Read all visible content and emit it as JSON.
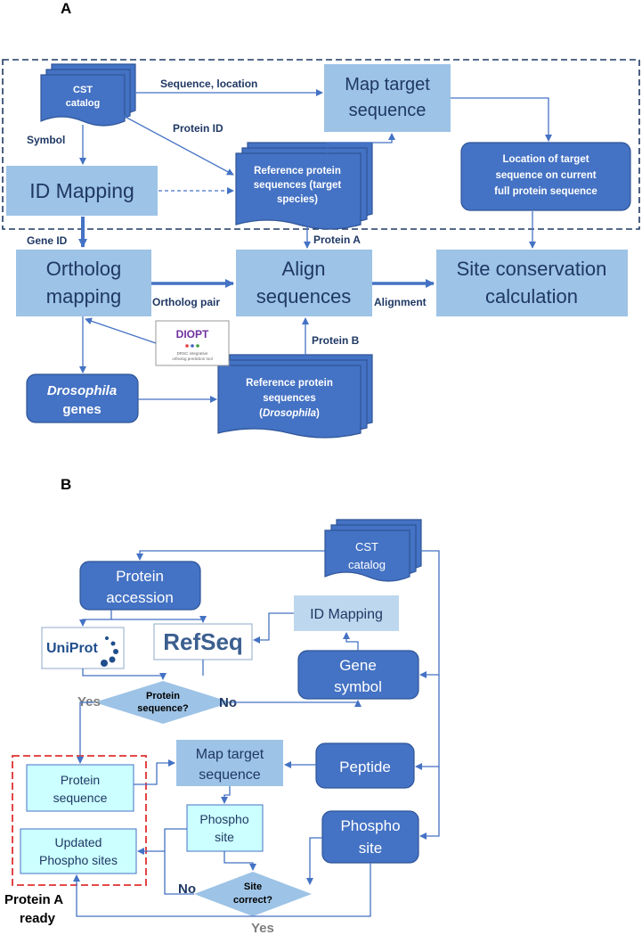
{
  "panel_a": {
    "label": "A",
    "cst_catalog": [
      "CST",
      "catalog"
    ],
    "map_target_sequence": [
      "Map target",
      "sequence"
    ],
    "reference_target": [
      "Reference protein",
      "sequences (target",
      "species)"
    ],
    "location_box": [
      "Location of target",
      "sequence on current",
      "full protein sequence"
    ],
    "id_mapping": "ID Mapping",
    "ortholog_mapping": [
      "Ortholog",
      "mapping"
    ],
    "align_sequences": [
      "Align",
      "sequences"
    ],
    "site_conservation": [
      "Site conservation",
      "calculation"
    ],
    "drosophila_genes": [
      "Drosophila",
      "genes"
    ],
    "reference_drosophila": [
      "Reference protein",
      "sequences",
      "(",
      "Drosophila",
      ")"
    ],
    "diopt_logo": {
      "title": "DIOPT",
      "subtitle_1": "DRSC integrative",
      "subtitle_2": "ortholog prediction tool"
    },
    "edges": {
      "sequence_location": "Sequence, location",
      "protein_id": "Protein ID",
      "symbol": "Symbol",
      "gene_id": "Gene ID",
      "protein_a": "Protein A",
      "ortholog_pair": "Ortholog pair",
      "alignment": "Alignment",
      "protein_b": "Protein B"
    }
  },
  "panel_b": {
    "label": "B",
    "cst_catalog": [
      "CST",
      "catalog"
    ],
    "protein_accession": [
      "Protein",
      "accession"
    ],
    "uniprot": "UniProt",
    "refseq": "RefSeq",
    "id_mapping": "ID Mapping",
    "gene_symbol": [
      "Gene",
      "symbol"
    ],
    "protein_sequence_q": [
      "Protein",
      "sequence?"
    ],
    "yes_1": "Yes",
    "no_1": "No",
    "map_target_sequence": [
      "Map target",
      "sequence"
    ],
    "peptide": "Peptide",
    "protein_sequence": [
      "Protein",
      "sequence"
    ],
    "phospho_site_light": [
      "Phospho",
      "site"
    ],
    "phospho_site_dark": [
      "Phospho",
      "site"
    ],
    "updated_phospho_sites": [
      "Updated",
      "Phospho sites"
    ],
    "site_correct_q": [
      "Site",
      "correct?"
    ],
    "no_2": "No",
    "yes_2": "Yes",
    "protein_a_ready": [
      "Protein A",
      "ready"
    ]
  }
}
